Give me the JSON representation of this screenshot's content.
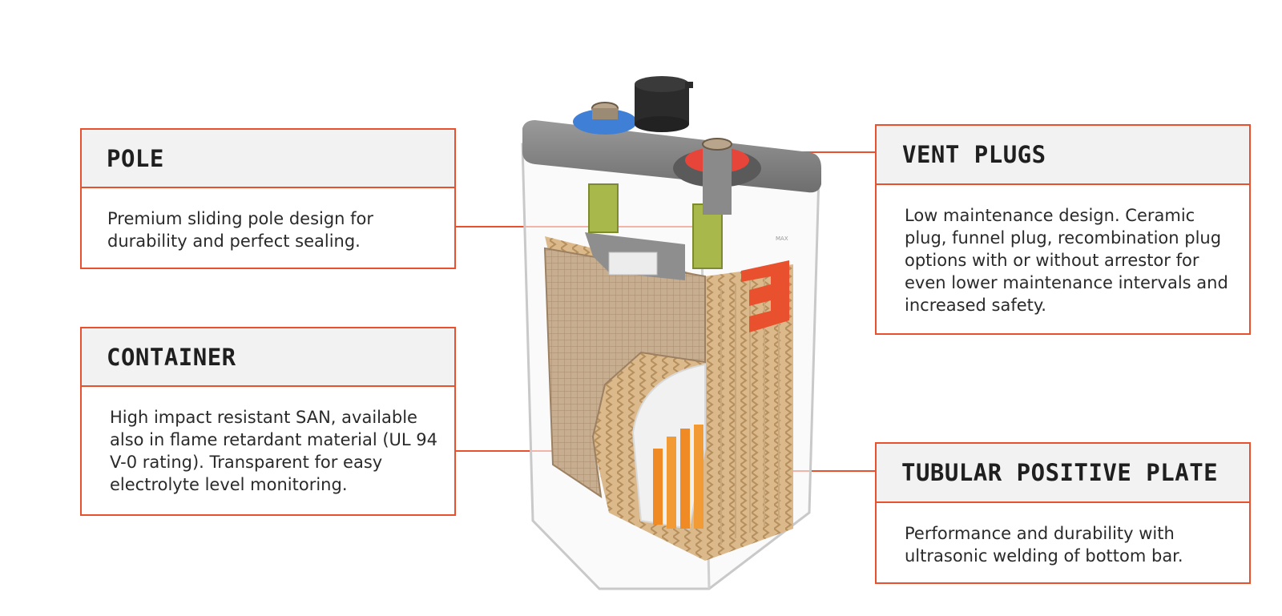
{
  "callouts": {
    "pole": {
      "title": "POLE",
      "text": "Premium sliding pole design for durability and perfect sealing."
    },
    "container": {
      "title": "CONTAINER",
      "text": "High impact resistant SAN, available also in flame retardant material (UL 94 V-0 rating). Transparent for easy electrolyte level monitoring."
    },
    "vent_plugs": {
      "title": "VENT PLUGS",
      "text": "Low maintenance design. Ceramic plug, funnel plug, recombination plug options with or without arrestor for even lower maintenance intervals and increased safety."
    },
    "tubular_positive_plate": {
      "title": "TUBULAR POSITIVE PLATE",
      "text": "Performance and durability with ultrasonic welding of bottom bar."
    }
  },
  "colors": {
    "accent": "#e8502e",
    "header_bg": "#f2f2f2"
  },
  "illustration": {
    "subject": "battery-cutaway",
    "gauge_label": "MAX"
  }
}
